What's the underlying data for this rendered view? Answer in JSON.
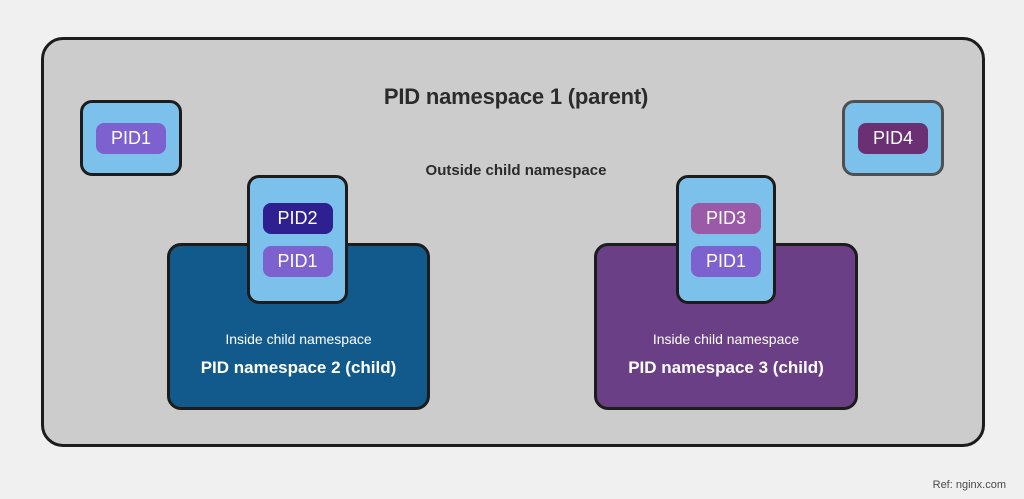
{
  "diagram": {
    "parent": {
      "title": "PID namespace 1 (parent)",
      "outside_label": "Outside child namespace",
      "fill_color": "#cccccc",
      "border_color": "#1c1c1c"
    },
    "standalone_processes": [
      {
        "name": "process-card-left",
        "pids": [
          {
            "label": "PID1",
            "color": "#7c61cf"
          }
        ]
      },
      {
        "name": "process-card-right",
        "pids": [
          {
            "label": "PID4",
            "color": "#6b3073"
          }
        ]
      }
    ],
    "children": [
      {
        "name": "child-namespace-2",
        "inside_label": "Inside child namespace",
        "title": "PID namespace 2 (child)",
        "fill_color": "#125a8c",
        "process_card": {
          "pids": [
            {
              "label": "PID2",
              "color": "#2e2090"
            },
            {
              "label": "PID1",
              "color": "#7c61cf"
            }
          ]
        }
      },
      {
        "name": "child-namespace-3",
        "inside_label": "Inside child namespace",
        "title": "PID namespace 3 (child)",
        "fill_color": "#6b3f85",
        "process_card": {
          "pids": [
            {
              "label": "PID3",
              "color": "#9a5aa8"
            },
            {
              "label": "PID1",
              "color": "#7c61cf"
            }
          ]
        }
      }
    ],
    "footer": {
      "reference": "Ref: nginx.com"
    },
    "palette": {
      "page_background": "#f0f0f0",
      "process_card_fill": "#7cc1ec",
      "outline": "#1c1c1c"
    }
  }
}
